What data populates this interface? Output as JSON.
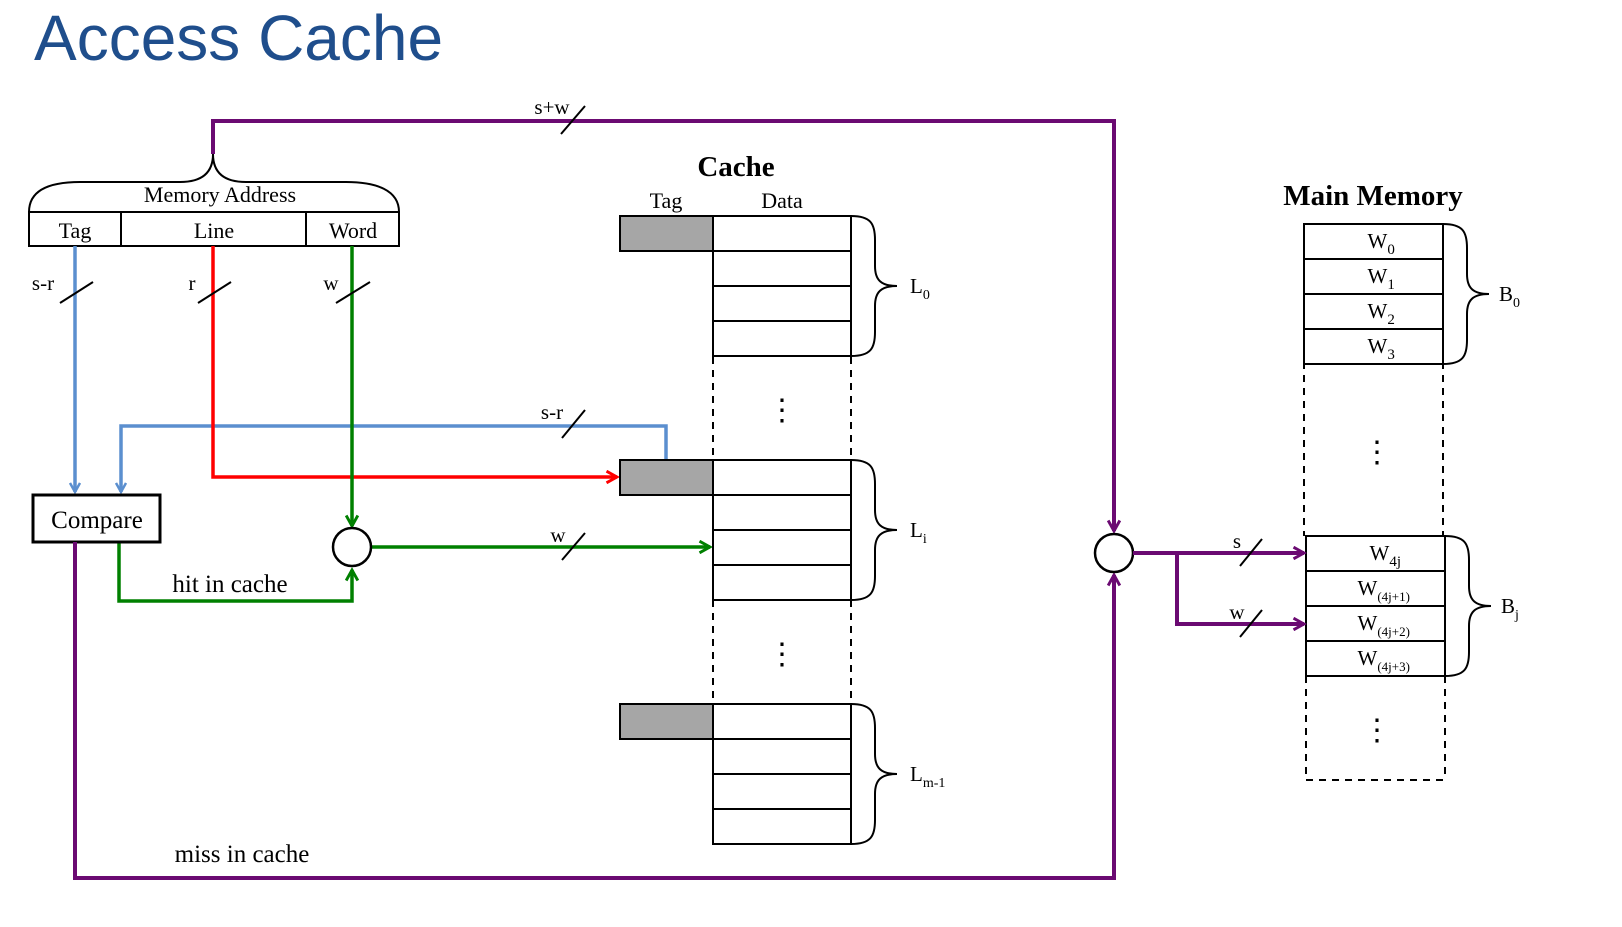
{
  "title": "Access Cache",
  "colors": {
    "title": "#1f4e8c",
    "tag_path": "#5b8fcf",
    "line_path": "#ff0000",
    "word_path": "#008000",
    "memory_path": "#6b0a72",
    "tag_fill": "#a6a6a6"
  },
  "memory_address": {
    "label": "Memory Address",
    "fields": [
      "Tag",
      "Line",
      "Word"
    ],
    "widths": {
      "tag": "s-r",
      "line": "r",
      "word": "w",
      "total": "s+w"
    }
  },
  "compare": {
    "label": "Compare",
    "hit_label": "hit in cache",
    "miss_label": "miss in cache",
    "tag_feedback_width": "s-r",
    "word_out_width": "w"
  },
  "cache": {
    "title": "Cache",
    "col_tag": "Tag",
    "col_data": "Data",
    "lines": [
      {
        "label": "L",
        "sub": "0"
      },
      {
        "label": "L",
        "sub": "i"
      },
      {
        "label": "L",
        "sub": "m-1"
      }
    ],
    "ellipsis": "⋮"
  },
  "main_memory": {
    "title": "Main Memory",
    "blocks": [
      {
        "label": "B",
        "sub": "0",
        "words": [
          {
            "w": "W",
            "sub": "0"
          },
          {
            "w": "W",
            "sub": "1"
          },
          {
            "w": "W",
            "sub": "2"
          },
          {
            "w": "W",
            "sub": "3"
          }
        ]
      },
      {
        "label": "B",
        "sub": "j",
        "words": [
          {
            "w": "W",
            "sub": "4j"
          },
          {
            "w": "W",
            "sub": "(4j+1)"
          },
          {
            "w": "W",
            "sub": "(4j+2)"
          },
          {
            "w": "W",
            "sub": "(4j+3)"
          }
        ]
      }
    ],
    "bus_width_block": "s",
    "bus_width_word": "w",
    "ellipsis": "⋮"
  }
}
